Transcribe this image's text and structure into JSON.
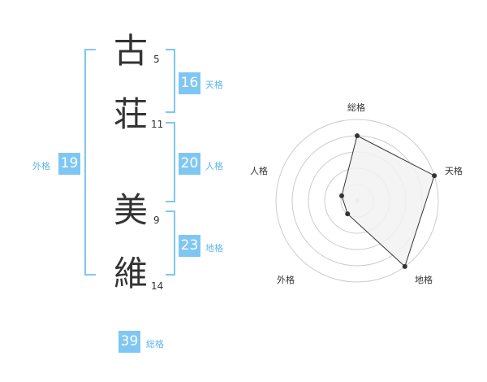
{
  "name": {
    "chars": [
      {
        "char": "古",
        "strokes": "5"
      },
      {
        "char": "荘",
        "strokes": "11"
      },
      {
        "char": "美",
        "strokes": "9"
      },
      {
        "char": "維",
        "strokes": "14"
      }
    ]
  },
  "fortune": {
    "tenkaku": {
      "value": "16",
      "label": "天格"
    },
    "jinkaku": {
      "value": "20",
      "label": "人格"
    },
    "chikaku": {
      "value": "23",
      "label": "地格"
    },
    "gaikaku": {
      "value": "19",
      "label": "外格"
    },
    "soukaku": {
      "value": "39",
      "label": "総格"
    }
  },
  "chart_data": {
    "type": "radar",
    "axes": [
      "総格",
      "天格",
      "地格",
      "外格",
      "人格"
    ],
    "values": [
      4,
      5,
      5,
      1,
      1
    ],
    "max": 5,
    "rings": 5,
    "colors": {
      "fill": "#f2f2f2",
      "line": "#333333",
      "grid": "#cccccc",
      "accent": "#7fc7f2"
    }
  }
}
